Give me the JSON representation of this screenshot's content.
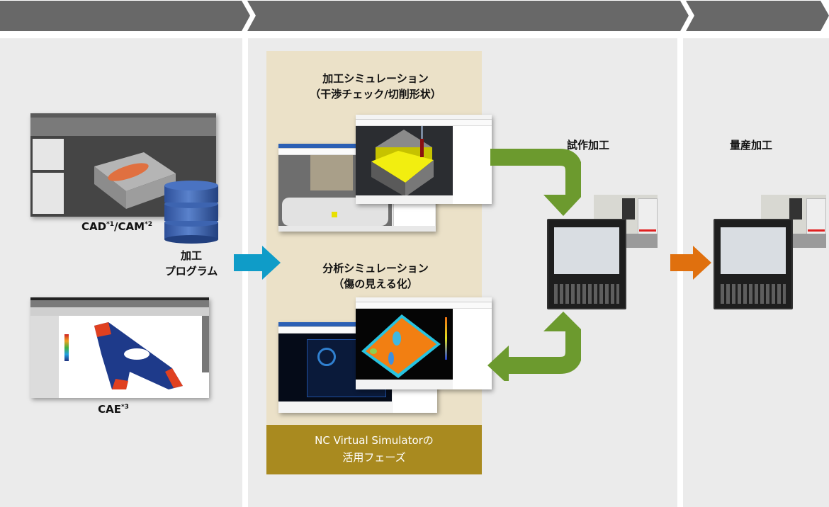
{
  "colors": {
    "chevron": "#686868",
    "panel": "#ebebeb",
    "nc_phase_bg": "#ebe1c8",
    "nc_phase_band": "#a98a1f",
    "arrow_blue": "#0f9cc8",
    "arrow_green": "#6c9a2e",
    "arrow_orange": "#e0700e"
  },
  "stages": {
    "design": {
      "cad_cam_label": "CAD",
      "cad_sup1": "*1",
      "cam_label": "/CAM",
      "cad_sup2": "*2",
      "program_line1": "加工",
      "program_line2": "プログラム",
      "cae_label": "CAE",
      "cae_sup": "*3"
    },
    "simulation": {
      "machining_title": "加工シミュレーション",
      "machining_subtitle": "（干渉チェック/切削形状）",
      "analysis_title": "分析シミュレーション",
      "analysis_subtitle": "（傷の見える化）",
      "band_line1": "NC Virtual Simulatorの",
      "band_line2": "活用フェーズ"
    },
    "trial": {
      "title": "試作加工"
    },
    "mass": {
      "title": "量産加工"
    }
  },
  "icons": {
    "database": "database-icon",
    "cnc_panel": "cnc-control-panel-icon",
    "machine": "machining-center-icon"
  }
}
